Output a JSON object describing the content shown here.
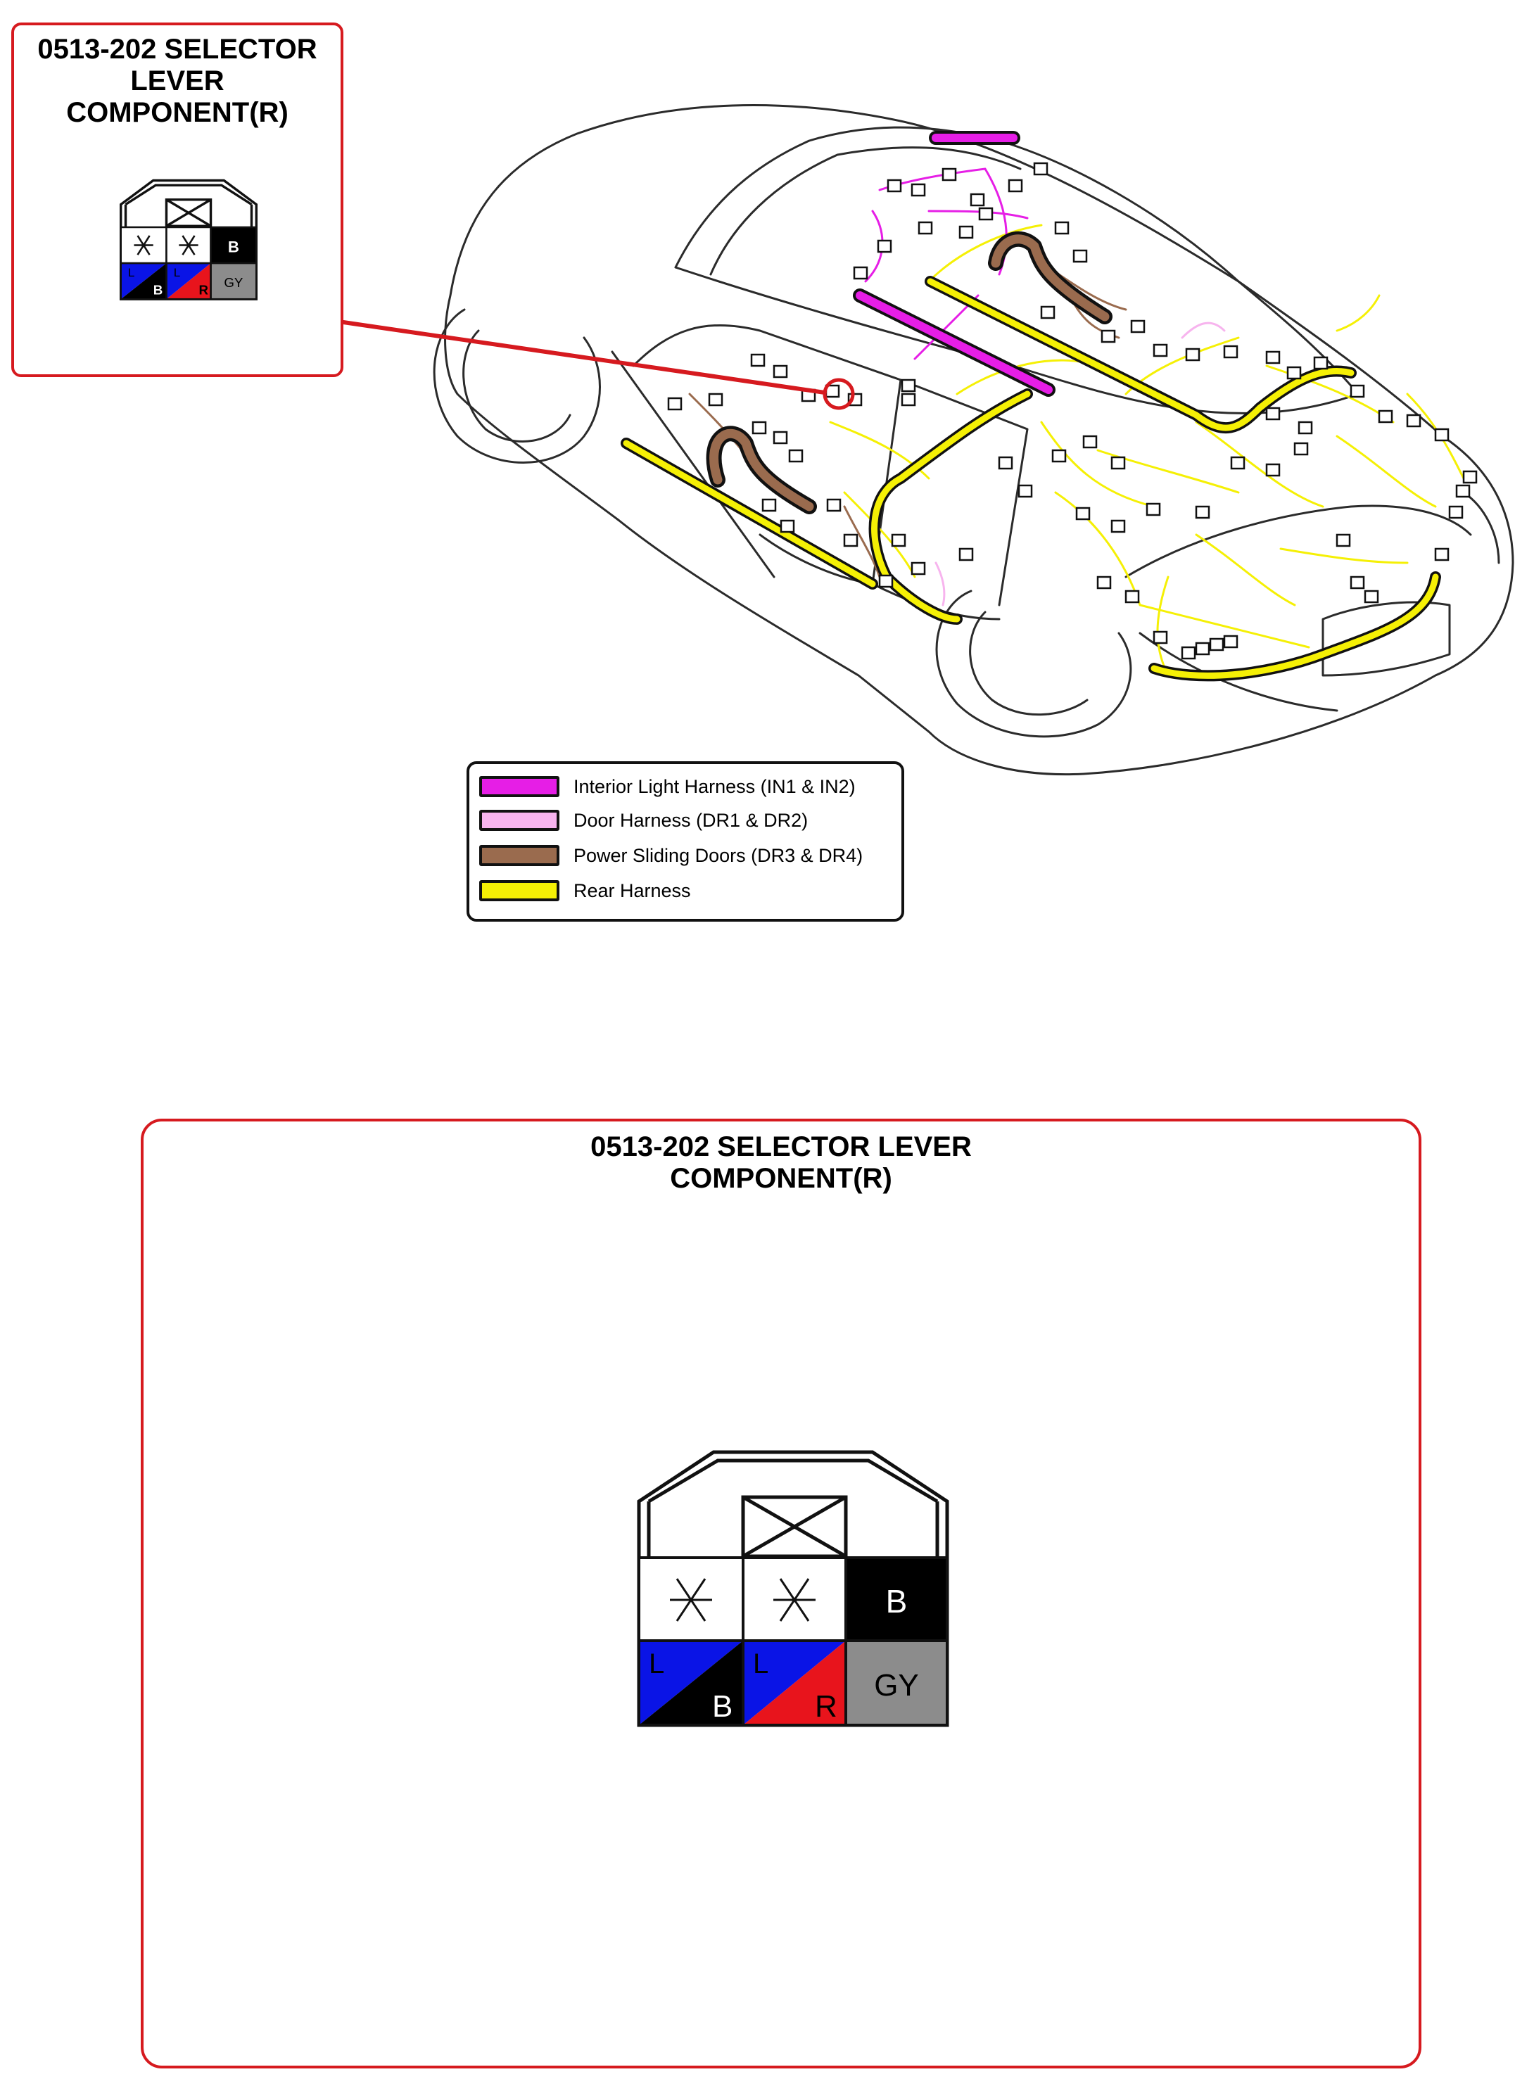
{
  "small_callout": {
    "title": "0513-202 SELECTOR\nLEVER\nCOMPONENT(R)"
  },
  "large_callout": {
    "title": "0513-202 SELECTOR LEVER\nCOMPONENT(R)"
  },
  "connector": {
    "pins": [
      {
        "row": 1,
        "col": 1,
        "label": "",
        "note": "no-wire-star",
        "fill": "#ffffff"
      },
      {
        "row": 1,
        "col": 2,
        "label": "",
        "note": "no-wire-star",
        "fill": "#ffffff"
      },
      {
        "row": 1,
        "col": 3,
        "label": "B",
        "fill": "#000000",
        "text_color": "#ffffff"
      },
      {
        "row": 2,
        "col": 1,
        "label_top": "L",
        "label_bottom": "B",
        "fill_top": "#0a14e6",
        "fill_bottom": "#000000"
      },
      {
        "row": 2,
        "col": 2,
        "label_top": "L",
        "label_bottom": "R",
        "fill_top": "#0a14e6",
        "fill_bottom": "#e8141c"
      },
      {
        "row": 2,
        "col": 3,
        "label": "GY",
        "fill": "#8c8c8c",
        "text_color": "#000000"
      }
    ]
  },
  "legend": {
    "items": [
      {
        "label": "Interior Light Harness (IN1 & IN2)",
        "color": "#e61ee6"
      },
      {
        "label": "Door Harness (DR1 & DR2)",
        "color": "#f7b4ee"
      },
      {
        "label": "Power Sliding Doors (DR3 & DR4)",
        "color": "#9a6b4e"
      },
      {
        "label": "Rear Harness",
        "color": "#f5f005"
      }
    ]
  },
  "colors": {
    "callout_border": "#d61a1f",
    "outline": "#111111"
  }
}
